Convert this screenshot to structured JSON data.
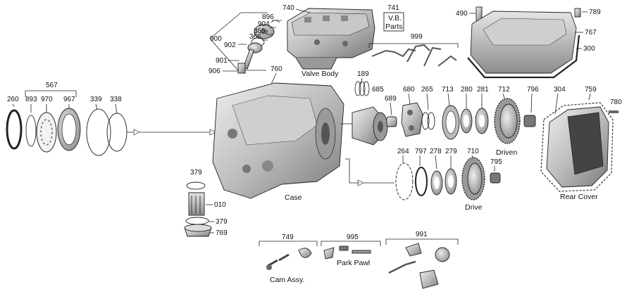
{
  "labels": {
    "p896": "896",
    "p904": "904",
    "p365": "365",
    "p366": "366",
    "p900": "900",
    "p902": "902",
    "p901": "901",
    "p906": "906",
    "p740": "740",
    "p741": "741",
    "p490": "490",
    "p789": "789",
    "p767": "767",
    "p300": "300",
    "p999": "999",
    "p567": "567",
    "p260": "260",
    "p893": "893",
    "p970": "970",
    "p967": "967",
    "p339": "339",
    "p338": "338",
    "p760": "760",
    "p189": "189",
    "p685": "685",
    "p680": "680",
    "p265": "265",
    "p713": "713",
    "p280": "280",
    "p281": "281",
    "p712": "712",
    "p796": "796",
    "p304": "304",
    "p759": "759",
    "p780": "780",
    "p689": "689",
    "p264": "264",
    "p797": "797",
    "p278": "278",
    "p279": "279",
    "p710": "710",
    "p795": "795",
    "p379a": "379",
    "p010": "010",
    "p379b": "379",
    "p769": "769",
    "p749": "749",
    "p995": "995",
    "p991": "991"
  },
  "captions": {
    "valve_body": "Valve Body",
    "vb_parts_line1": "V.B.",
    "vb_parts_line2": "Parts",
    "case": "Case",
    "driven": "Driven",
    "drive": "Drive",
    "rear_cover": "Rear Cover",
    "park_pawl": "Park Pawl",
    "cam_assy": "Cam Assy."
  },
  "colors": {
    "metal_light": "#d9d9d9",
    "metal_mid": "#b3b3b3",
    "metal_dark": "#6e6e6e",
    "gasket": "#222222"
  }
}
